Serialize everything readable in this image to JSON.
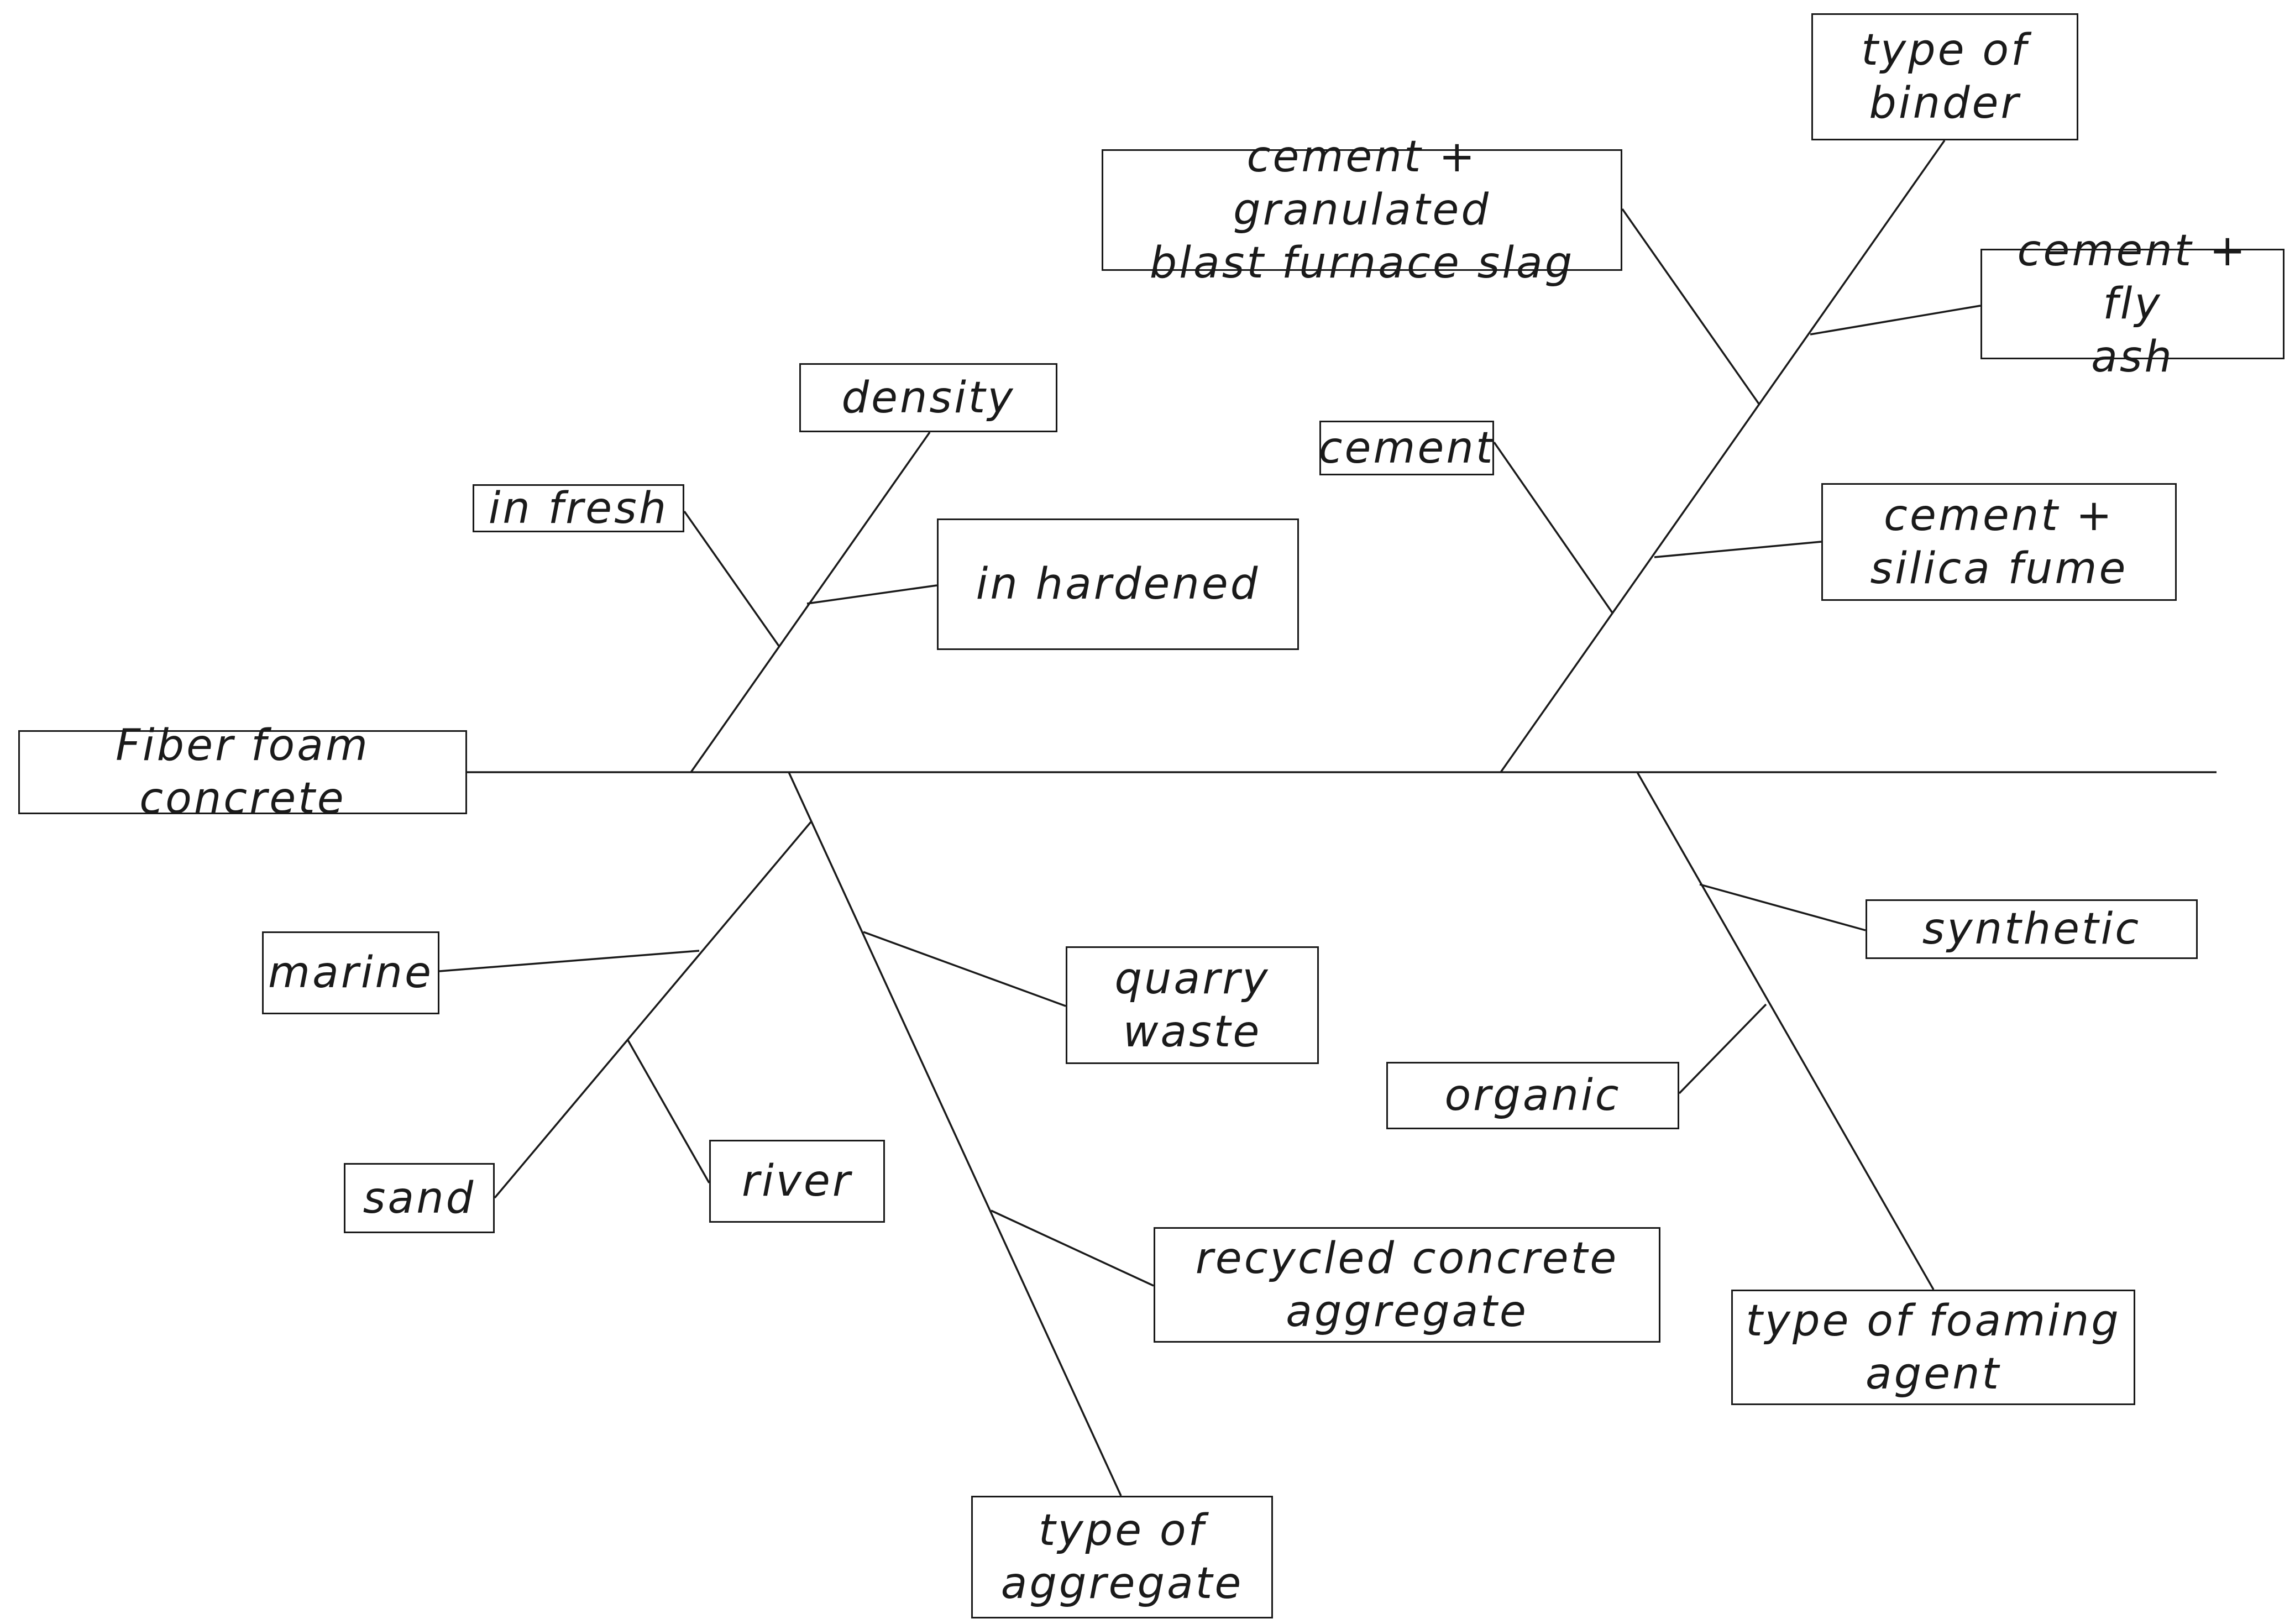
{
  "diagram": {
    "effect": "Fiber foam concrete",
    "density": {
      "label": "density",
      "causes": [
        "in fresh",
        "in hardened"
      ]
    },
    "binder": {
      "label": "type of\nbinder",
      "causes": [
        "cement",
        "cement + granulated\nblast furnace slag",
        "cement + fly\nash",
        "cement +\nsilica fume"
      ]
    },
    "aggregate": {
      "label": "type of\naggregate",
      "causes": [
        "quarry\nwaste",
        "recycled concrete\naggregate"
      ],
      "sand": {
        "label": "sand",
        "causes": [
          "marine",
          "river"
        ]
      }
    },
    "foaming": {
      "label": "type of foaming\nagent",
      "causes": [
        "synthetic",
        "organic"
      ]
    }
  },
  "colors": {
    "line": "#1a1a1a",
    "box_border": "#1a1a1a",
    "background": "#ffffff"
  }
}
